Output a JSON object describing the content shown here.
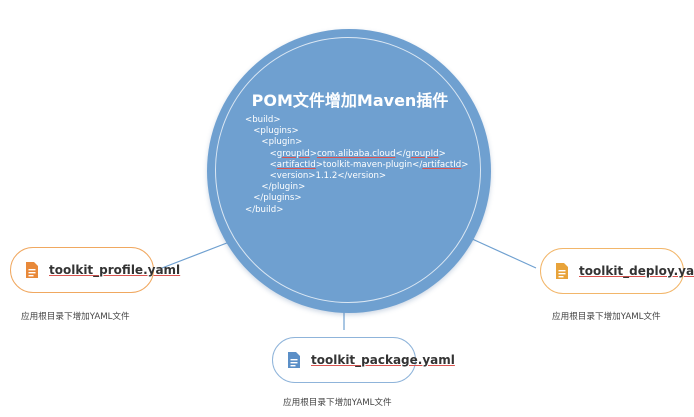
{
  "center": {
    "title": "POM文件增加Maven插件",
    "code_lines": [
      {
        "indent": "",
        "parts": [
          {
            "t": "<build>"
          }
        ]
      },
      {
        "indent": "   ",
        "parts": [
          {
            "t": "<plugins>"
          }
        ]
      },
      {
        "indent": "      ",
        "parts": [
          {
            "t": "<plugin>"
          }
        ]
      },
      {
        "indent": "         ",
        "parts": [
          {
            "t": "<"
          },
          {
            "t": "groupId",
            "u": true
          },
          {
            "t": ">"
          },
          {
            "t": "com.alibaba.cloud",
            "u": true
          },
          {
            "t": "</"
          },
          {
            "t": "groupId",
            "u": true
          },
          {
            "t": ">"
          }
        ]
      },
      {
        "indent": "         ",
        "parts": [
          {
            "t": "<"
          },
          {
            "t": "artifactId",
            "u": true
          },
          {
            "t": ">toolkit-maven-plugin</"
          },
          {
            "t": "artifactId",
            "u": true
          },
          {
            "t": ">"
          }
        ]
      },
      {
        "indent": "         ",
        "parts": [
          {
            "t": "<version>1.1.2</version>"
          }
        ]
      },
      {
        "indent": "      ",
        "parts": [
          {
            "t": "</plugin>"
          }
        ]
      },
      {
        "indent": "   ",
        "parts": [
          {
            "t": "</plugins>"
          }
        ]
      },
      {
        "indent": "",
        "parts": [
          {
            "t": "</build>"
          }
        ]
      }
    ]
  },
  "files": {
    "profile": {
      "label": "toolkit_profile.yaml",
      "caption": "应用根目录下增加YAML文件",
      "icon": "file-icon",
      "color": "#e8893a"
    },
    "package": {
      "label": "toolkit_package.yaml",
      "caption": "应用根目录下增加YAML文件",
      "icon": "file-icon",
      "color": "#5b8fc7"
    },
    "deploy": {
      "label": "toolkit_deploy.yaml",
      "caption": "应用根目录下增加YAML文件",
      "icon": "file-icon",
      "color": "#e8a33a"
    }
  },
  "colors": {
    "circle": "#6fa0d0",
    "connector": "#6fa0d0",
    "orange_border": "#f0a860",
    "blue_border": "#8fb4da"
  }
}
